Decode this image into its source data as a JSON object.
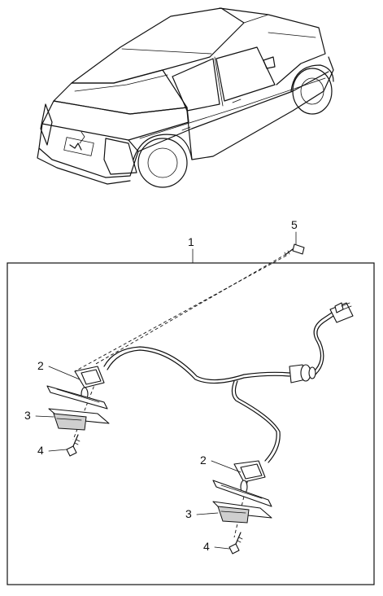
{
  "diagram": {
    "callouts": [
      {
        "id": "c1",
        "text": "1"
      },
      {
        "id": "c5",
        "text": "5"
      },
      {
        "id": "c2a",
        "text": "2"
      },
      {
        "id": "c3a",
        "text": "3"
      },
      {
        "id": "c4a",
        "text": "4"
      },
      {
        "id": "c2b",
        "text": "2"
      },
      {
        "id": "c3b",
        "text": "3"
      },
      {
        "id": "c4b",
        "text": "4"
      }
    ]
  }
}
